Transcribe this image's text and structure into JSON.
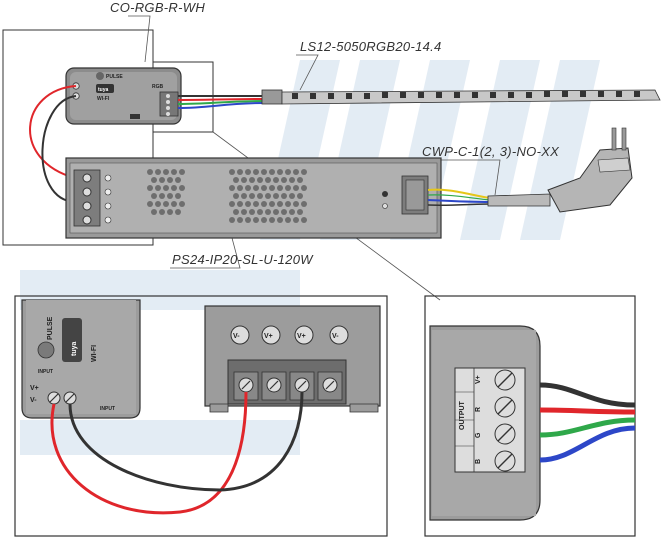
{
  "labels": {
    "controller": "CO-RGB-R-WH",
    "strip": "LS12-5050RGB20-14.4",
    "cable": "CWP-C-1(2, 3)-NO-XX",
    "psu": "PS24-IP20-SL-U-120W"
  },
  "controller_marks": {
    "brand": "PULSE",
    "app": "tuya",
    "wifi": "WI-FI",
    "rgb": "RGB",
    "input": "INPUT",
    "input_label": "INPUT",
    "vplus": "V+",
    "vminus": "V-"
  },
  "psu_terminals": [
    "V-",
    "V+",
    "V+",
    "V-"
  ],
  "output_block": {
    "title": "OUTPUT",
    "pins": [
      "V+",
      "R",
      "G",
      "B"
    ]
  },
  "colors": {
    "red": "#e0262b",
    "green": "#2fa84a",
    "blue": "#2d47c8",
    "black": "#333333",
    "yellow": "#e6c619",
    "body": "#8c8c8c",
    "body_light": "#a9a9a9",
    "watermark": "#e3ecf4"
  }
}
